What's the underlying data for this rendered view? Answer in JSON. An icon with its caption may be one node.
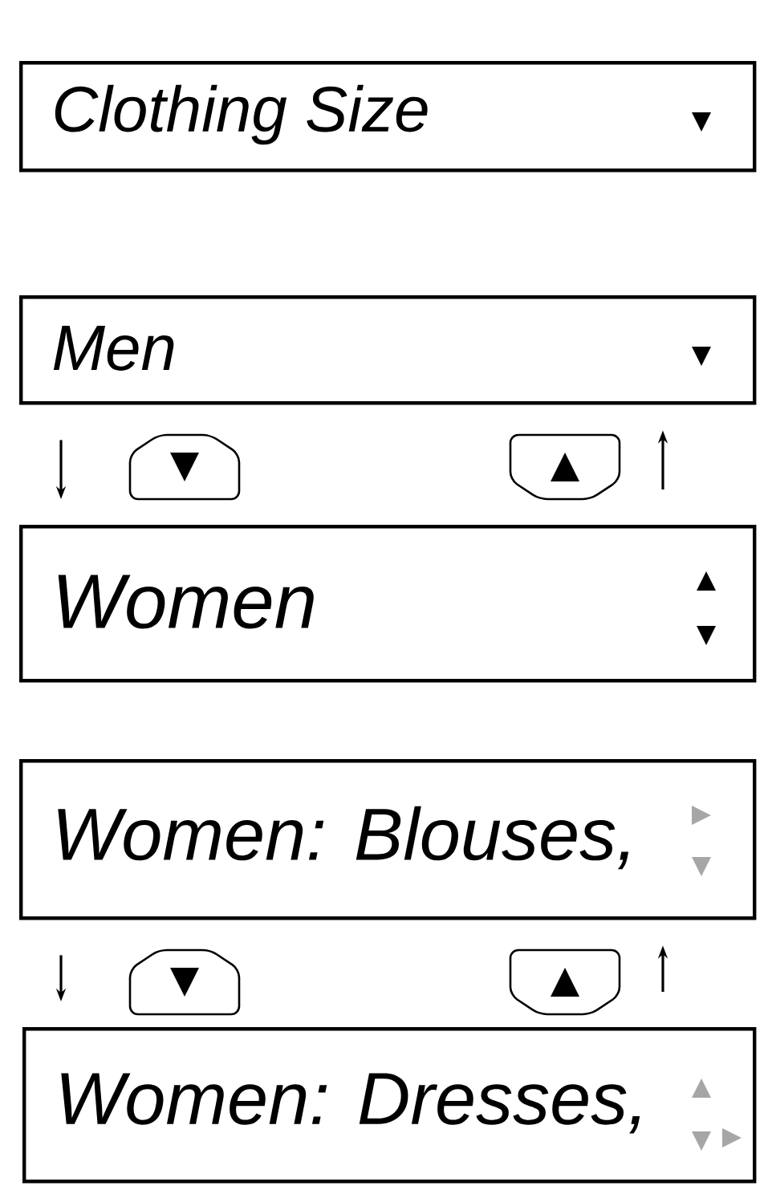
{
  "diagram": {
    "nodes": [
      {
        "text": [
          "Clothing Size"
        ]
      },
      {
        "text": [
          "Men"
        ]
      },
      {
        "text": [
          "Women"
        ]
      },
      {
        "text": [
          "Women: Blouses,"
        ]
      },
      {
        "text": [
          "Women: Dresses,"
        ]
      }
    ],
    "edges": [
      {
        "from": 1,
        "to": 2,
        "arrow": "to"
      },
      {
        "from": 2,
        "to": 1,
        "arrow": "to"
      },
      {
        "from": 3,
        "to": 4,
        "arrow": "to"
      },
      {
        "from": 4,
        "to": 3,
        "arrow": "to"
      }
    ]
  }
}
